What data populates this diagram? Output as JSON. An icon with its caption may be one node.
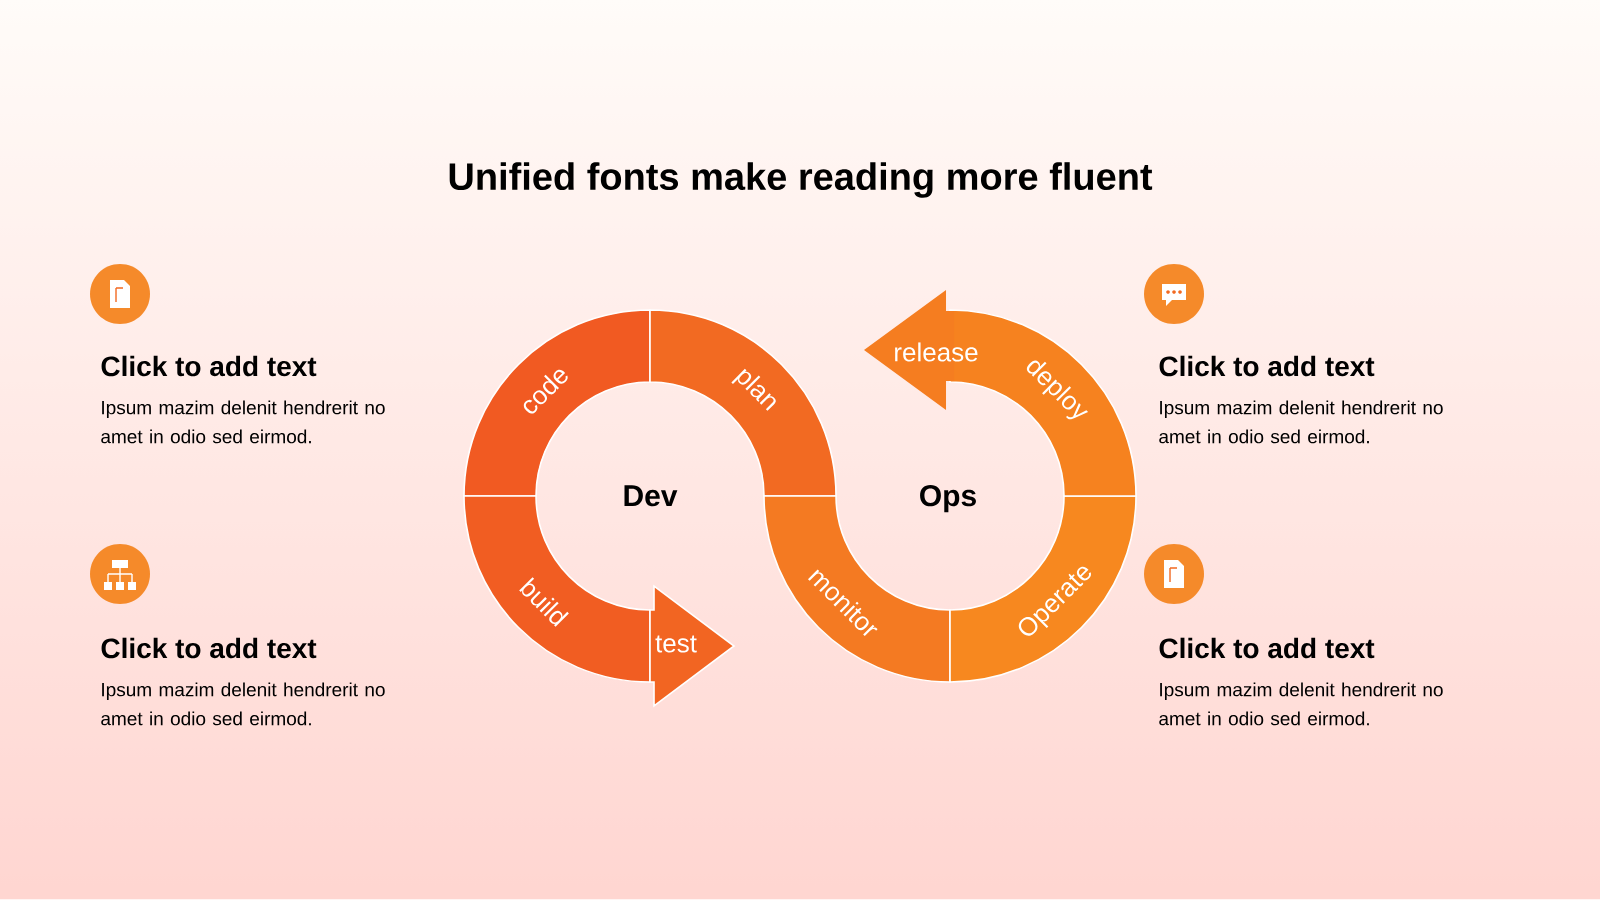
{
  "diagram": {
    "title": "Unified fonts make reading more fluent",
    "nodes": [
      {
        "text": [
          "code"
        ]
      },
      {
        "text": [
          "plan"
        ]
      },
      {
        "text": [
          "release"
        ]
      },
      {
        "text": [
          "deploy"
        ]
      },
      {
        "text": [
          "build"
        ]
      },
      {
        "text": [
          "test"
        ]
      },
      {
        "text": [
          "monitor"
        ]
      },
      {
        "text": [
          "Operate"
        ]
      }
    ],
    "labels": [
      "Dev",
      "Ops",
      "Click to add text",
      "Ipsum mazim delenit hendrerit no amet in odio sed eirmod.",
      "Click to add text",
      "Ipsum mazim delenit hendrerit no amet in odio sed eirmod.",
      "Click to add text",
      "Ipsum mazim delenit hendrerit no amet in odio sed eirmod.",
      "Click to add text",
      "Ipsum mazim delenit hendrerit no amet in odio sed eirmod."
    ]
  }
}
